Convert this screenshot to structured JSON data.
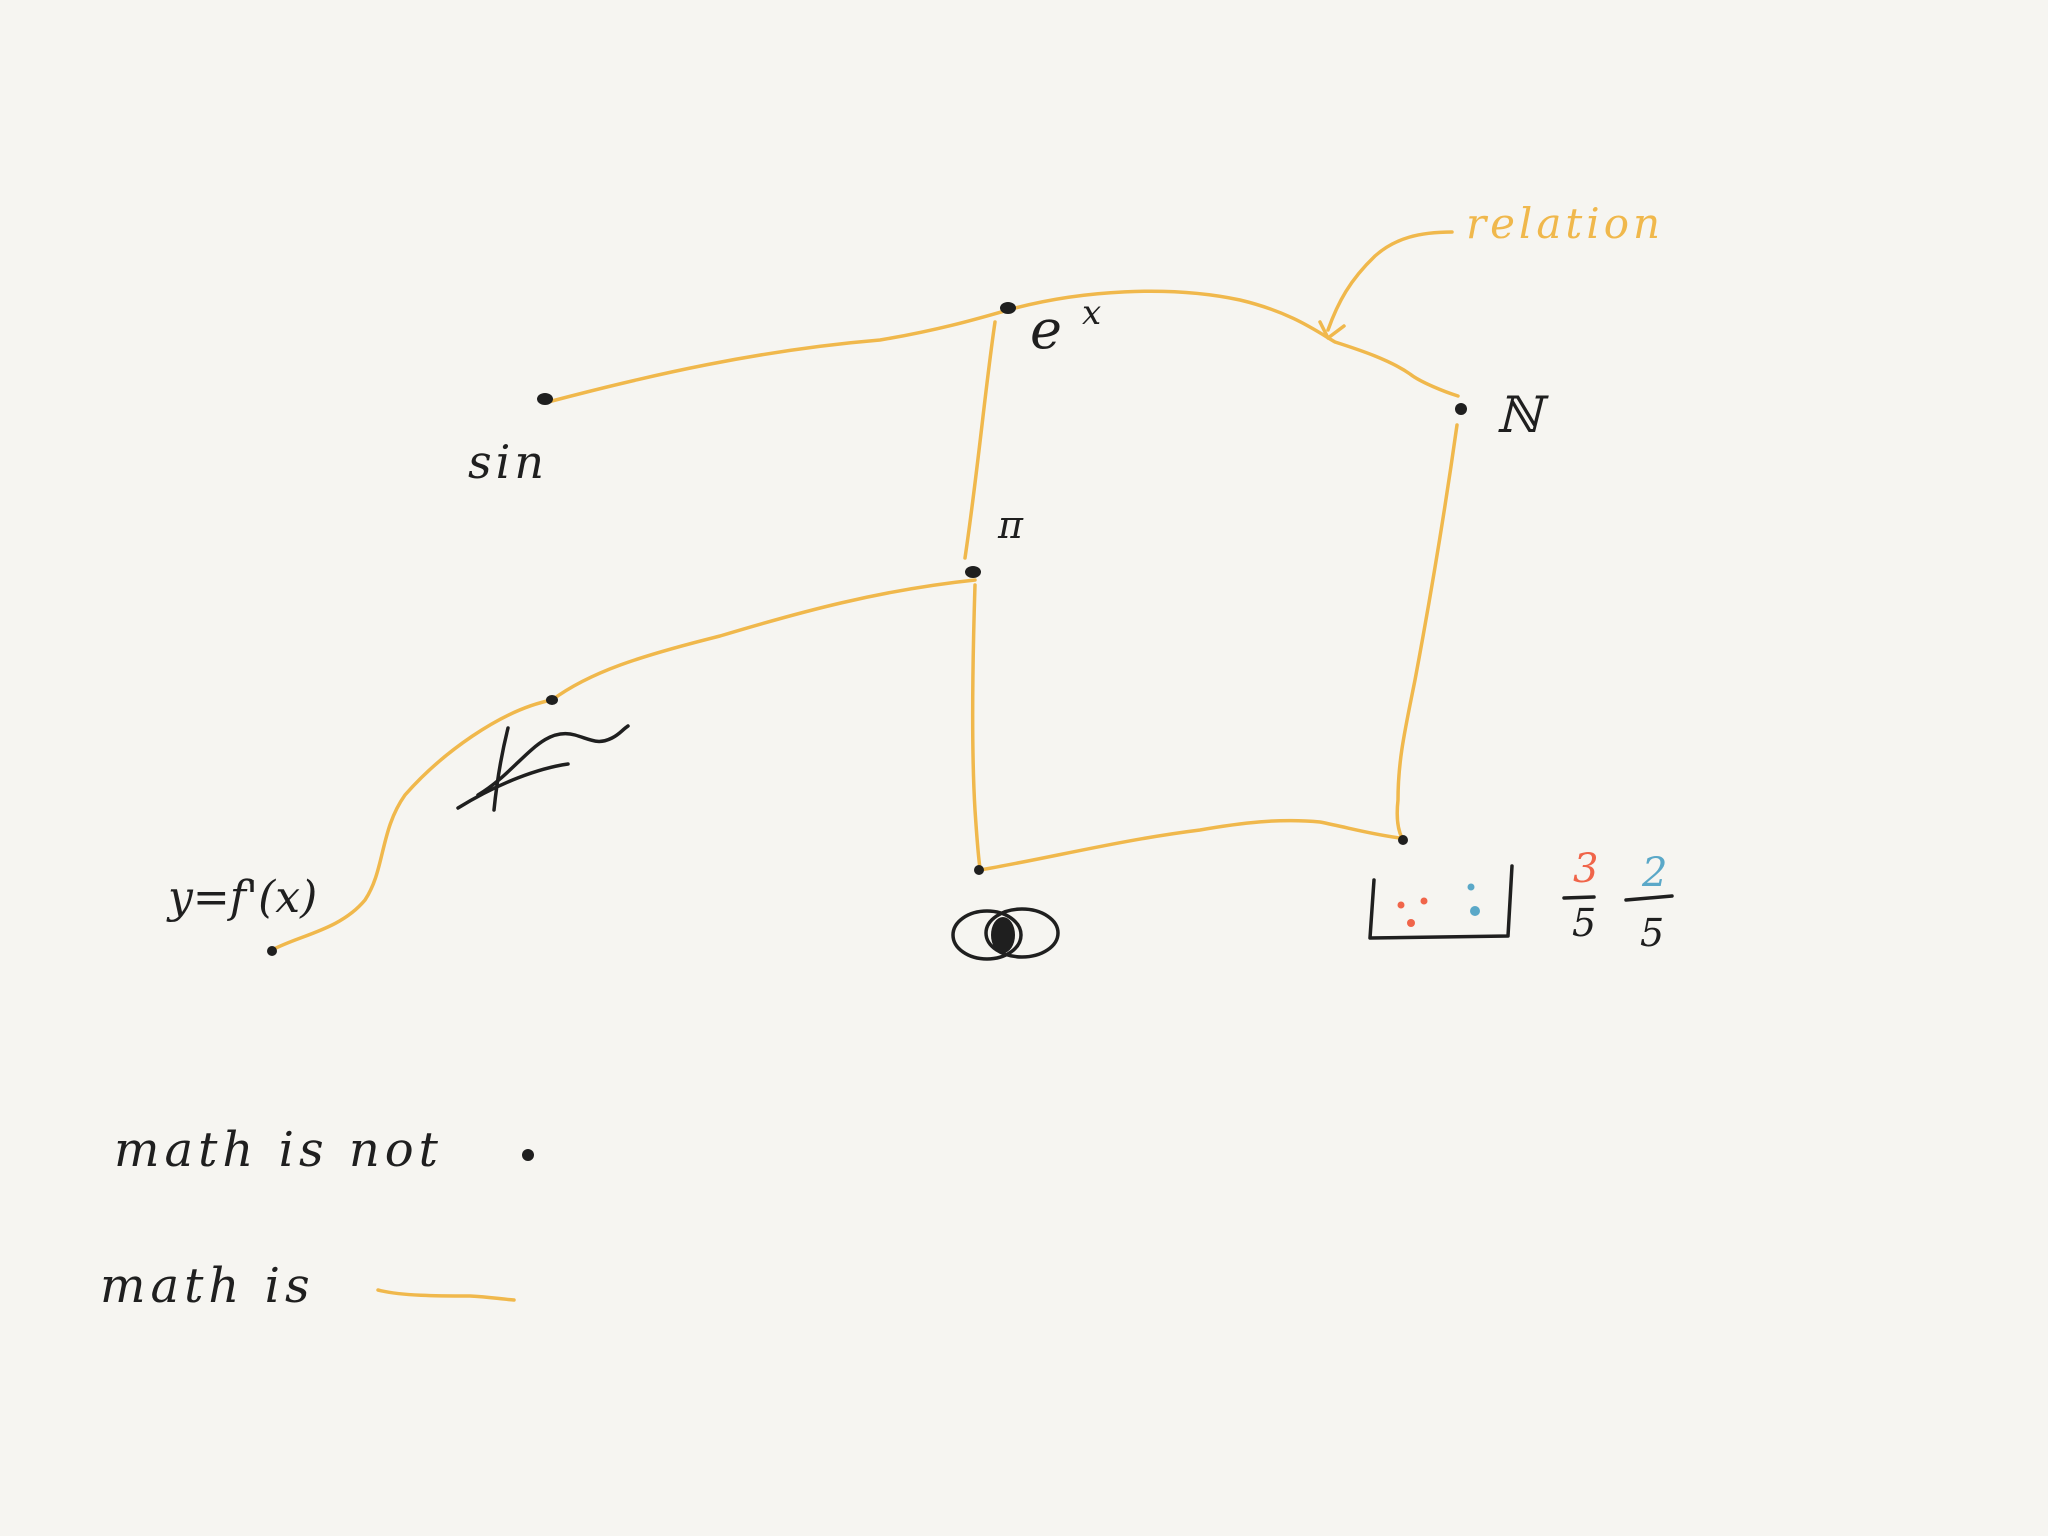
{
  "colors": {
    "background": "#f6f5f1",
    "relation": "#f0b84c",
    "ink": "#1f1f1f",
    "fraction_red": "#f0654a",
    "fraction_blue": "#5aa8c8"
  },
  "nodes": {
    "sin": "sin",
    "exp_base": "e",
    "exp_power": "x",
    "pi": "π",
    "naturals": "ℕ",
    "derivative": "y=f'(x)"
  },
  "relation_label": "relation",
  "fractions": [
    {
      "numerator": "3",
      "denominator": "5",
      "color": "#f0654a"
    },
    {
      "numerator": "2",
      "denominator": "5",
      "color": "#5aa8c8"
    }
  ],
  "legend": {
    "line1": "math is not",
    "line2": "math is"
  }
}
